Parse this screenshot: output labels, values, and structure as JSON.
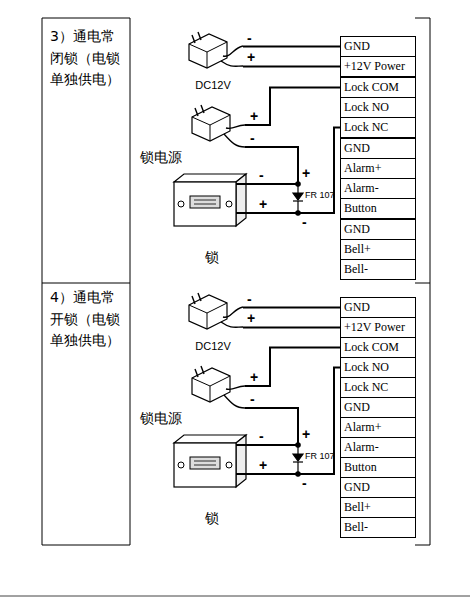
{
  "diagram": {
    "nodes": [
      {
        "text": [
          "DC12V"
        ]
      },
      {
        "text": [
          "锁电源"
        ]
      },
      {
        "text": [
          "锁"
        ]
      },
      {
        "text": [
          "GND"
        ]
      },
      {
        "text": [
          "+12V Power"
        ]
      },
      {
        "text": [
          "Lock COM"
        ]
      },
      {
        "text": [
          "Lock NO"
        ]
      },
      {
        "text": [
          "Lock NC"
        ]
      },
      {
        "text": [
          "GND"
        ]
      },
      {
        "text": [
          "Alarm+"
        ]
      },
      {
        "text": [
          "Alarm-"
        ]
      },
      {
        "text": [
          "Button"
        ]
      },
      {
        "text": [
          "GND"
        ]
      },
      {
        "text": [
          "Bell+"
        ]
      },
      {
        "text": [
          "Bell-"
        ]
      },
      {
        "text": [
          "DC12V"
        ]
      },
      {
        "text": [
          "锁电源"
        ]
      },
      {
        "text": [
          "锁"
        ]
      },
      {
        "text": [
          "GND"
        ]
      },
      {
        "text": [
          "+12V Power"
        ]
      },
      {
        "text": [
          "Lock COM"
        ]
      },
      {
        "text": [
          "Lock NO"
        ]
      },
      {
        "text": [
          "Lock NC"
        ]
      },
      {
        "text": [
          "GND"
        ]
      },
      {
        "text": [
          "Alarm+"
        ]
      },
      {
        "text": [
          "Alarm-"
        ]
      },
      {
        "text": [
          "Button"
        ]
      },
      {
        "text": [
          "GND"
        ]
      },
      {
        "text": [
          "Bell+"
        ]
      },
      {
        "text": [
          "Bell-"
        ]
      }
    ],
    "edges": [
      {
        "from": 0,
        "to": 3,
        "arrow": "none"
      },
      {
        "from": 0,
        "to": 4,
        "arrow": "none"
      },
      {
        "from": 1,
        "to": 5,
        "arrow": "none"
      },
      {
        "from": 1,
        "to": 2,
        "arrow": "none"
      },
      {
        "from": 2,
        "to": 7,
        "arrow": "none"
      },
      {
        "from": 15,
        "to": 18,
        "arrow": "none"
      },
      {
        "from": 15,
        "to": 19,
        "arrow": "none"
      },
      {
        "from": 16,
        "to": 20,
        "arrow": "none"
      },
      {
        "from": 16,
        "to": 17,
        "arrow": "none"
      },
      {
        "from": 17,
        "to": 21,
        "arrow": "none"
      }
    ],
    "labels": [
      "3）通电常闭锁（电锁单独供电）",
      "-",
      "+",
      "+",
      "-",
      "-",
      "+",
      "+",
      "FR 107",
      "-",
      "4）通电常开锁（电锁单独供电）",
      "-",
      "+",
      "+",
      "-",
      "-",
      "+",
      "+",
      "FR 107",
      "-"
    ]
  }
}
